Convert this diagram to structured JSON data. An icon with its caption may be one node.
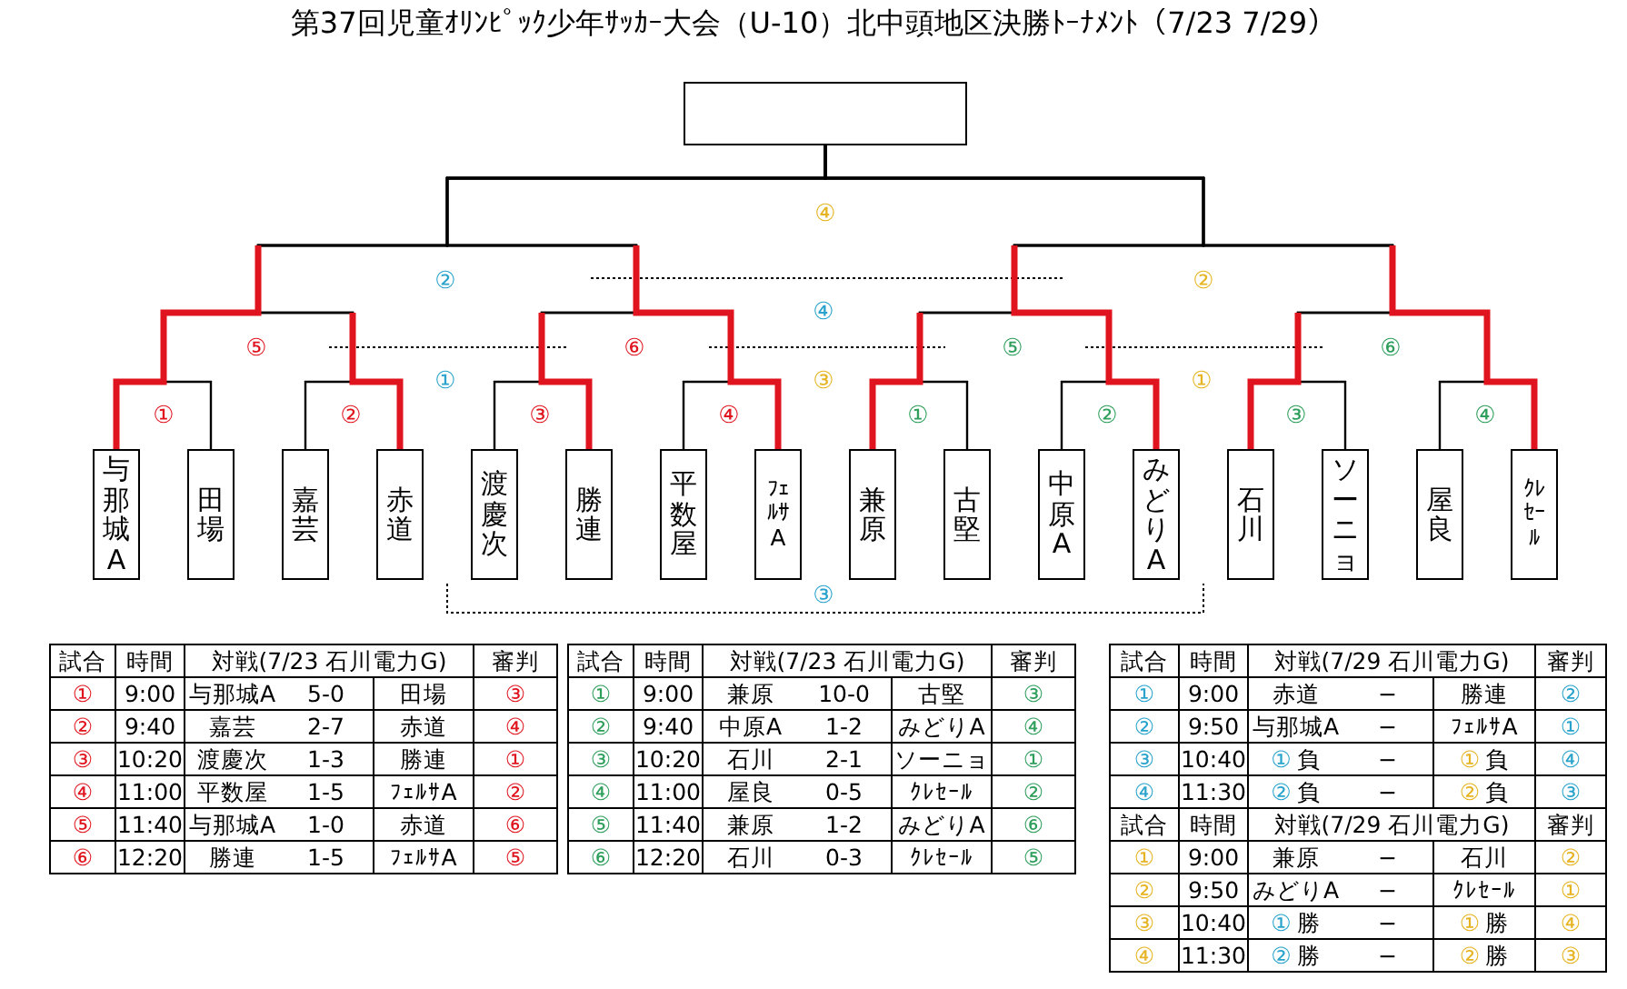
{
  "diagram": {
    "title": "第37回児童ｵﾘﾝﾋﾟｯｸ少年ｻｯｶｰ大会（U-10）北中頭地区決勝ﾄｰﾅﾒﾝﾄ（7/23 7/29）",
    "nodes": [
      {
        "text": [],
        "shape": "box"
      },
      {
        "text": [
          "与那城A"
        ]
      },
      {
        "text": [
          "田場"
        ]
      },
      {
        "text": [
          "嘉芸"
        ]
      },
      {
        "text": [
          "赤道"
        ]
      },
      {
        "text": [
          "渡慶次"
        ]
      },
      {
        "text": [
          "勝連"
        ]
      },
      {
        "text": [
          "平数屋"
        ]
      },
      {
        "text": [
          "ﾌｪﾙｻA"
        ]
      },
      {
        "text": [
          "兼原"
        ]
      },
      {
        "text": [
          "古堅"
        ]
      },
      {
        "text": [
          "中原A"
        ]
      },
      {
        "text": [
          "みどりA"
        ]
      },
      {
        "text": [
          "石川"
        ]
      },
      {
        "text": [
          "ソーニョ"
        ]
      },
      {
        "text": [
          "屋良"
        ]
      },
      {
        "text": [
          "ｸﾚｾｰﾙ"
        ]
      }
    ],
    "edges": [
      {
        "from": 1,
        "to": 0,
        "arrow": "none"
      },
      {
        "from": 2,
        "to": 0,
        "arrow": "none"
      },
      {
        "from": 3,
        "to": 0,
        "arrow": "none"
      },
      {
        "from": 4,
        "to": 0,
        "arrow": "none"
      },
      {
        "from": 5,
        "to": 0,
        "arrow": "none"
      },
      {
        "from": 6,
        "to": 0,
        "arrow": "none"
      },
      {
        "from": 7,
        "to": 0,
        "arrow": "none"
      },
      {
        "from": 8,
        "to": 0,
        "arrow": "none"
      },
      {
        "from": 9,
        "to": 0,
        "arrow": "none"
      },
      {
        "from": 10,
        "to": 0,
        "arrow": "none"
      },
      {
        "from": 11,
        "to": 0,
        "arrow": "none"
      },
      {
        "from": 12,
        "to": 0,
        "arrow": "none"
      },
      {
        "from": 13,
        "to": 0,
        "arrow": "none"
      },
      {
        "from": 14,
        "to": 0,
        "arrow": "none"
      },
      {
        "from": 15,
        "to": 0,
        "arrow": "none"
      },
      {
        "from": 16,
        "to": 0,
        "arrow": "none"
      }
    ],
    "labels": [
      "④",
      "②",
      "②",
      "④",
      "⑤",
      "⑥",
      "⑤",
      "⑥",
      "①",
      "③",
      "①",
      "①",
      "②",
      "③",
      "④",
      "①",
      "②",
      "③",
      "④",
      "③",
      "試合",
      "時間",
      "対戦(7/23 石川電力G)",
      "審判",
      "①",
      "9:00",
      "与那城A",
      "5-0",
      "田場",
      "③",
      "②",
      "9:40",
      "嘉芸",
      "2-7",
      "赤道",
      "④",
      "③",
      "10:20",
      "渡慶次",
      "1-3",
      "勝連",
      "①",
      "④",
      "11:00",
      "平数屋",
      "1-5",
      "ﾌｪﾙｻA",
      "②",
      "⑤",
      "11:40",
      "与那城A",
      "1-0",
      "赤道",
      "⑥",
      "⑥",
      "12:20",
      "勝連",
      "1-5",
      "ﾌｪﾙｻA",
      "⑤",
      "試合",
      "時間",
      "対戦(7/23 石川電力G)",
      "審判",
      "①",
      "9:00",
      "兼原",
      "10-0",
      "古堅",
      "③",
      "②",
      "9:40",
      "中原A",
      "1-2",
      "みどりA",
      "④",
      "③",
      "10:20",
      "石川",
      "2-1",
      "ソーニョ",
      "①",
      "④",
      "11:00",
      "屋良",
      "0-5",
      "ｸﾚｾｰﾙ",
      "②",
      "⑤",
      "11:40",
      "兼原",
      "1-2",
      "みどりA",
      "⑥",
      "⑥",
      "12:20",
      "石川",
      "0-3",
      "ｸﾚｾｰﾙ",
      "⑤",
      "試合",
      "時間",
      "対戦(7/29 石川電力G)",
      "審判",
      "①",
      "9:00",
      "赤道",
      "−",
      "勝連",
      "②",
      "②",
      "9:50",
      "与那城A",
      "−",
      "ﾌｪﾙｻA",
      "①",
      "③",
      "10:40",
      "①",
      "負",
      "−",
      "①",
      "負",
      "④",
      "④",
      "11:30",
      "②",
      "負",
      "−",
      "②",
      "負",
      "③",
      "試合",
      "時間",
      "対戦(7/29 石川電力G)",
      "審判",
      "①",
      "9:00",
      "兼原",
      "−",
      "石川",
      "②",
      "②",
      "9:50",
      "みどりA",
      "−",
      "ｸﾚｾｰﾙ",
      "①",
      "③",
      "10:40",
      "①",
      "勝",
      "−",
      "①",
      "勝",
      "④",
      "④",
      "11:30",
      "②",
      "勝",
      "−",
      "②",
      "勝",
      "③"
    ]
  }
}
